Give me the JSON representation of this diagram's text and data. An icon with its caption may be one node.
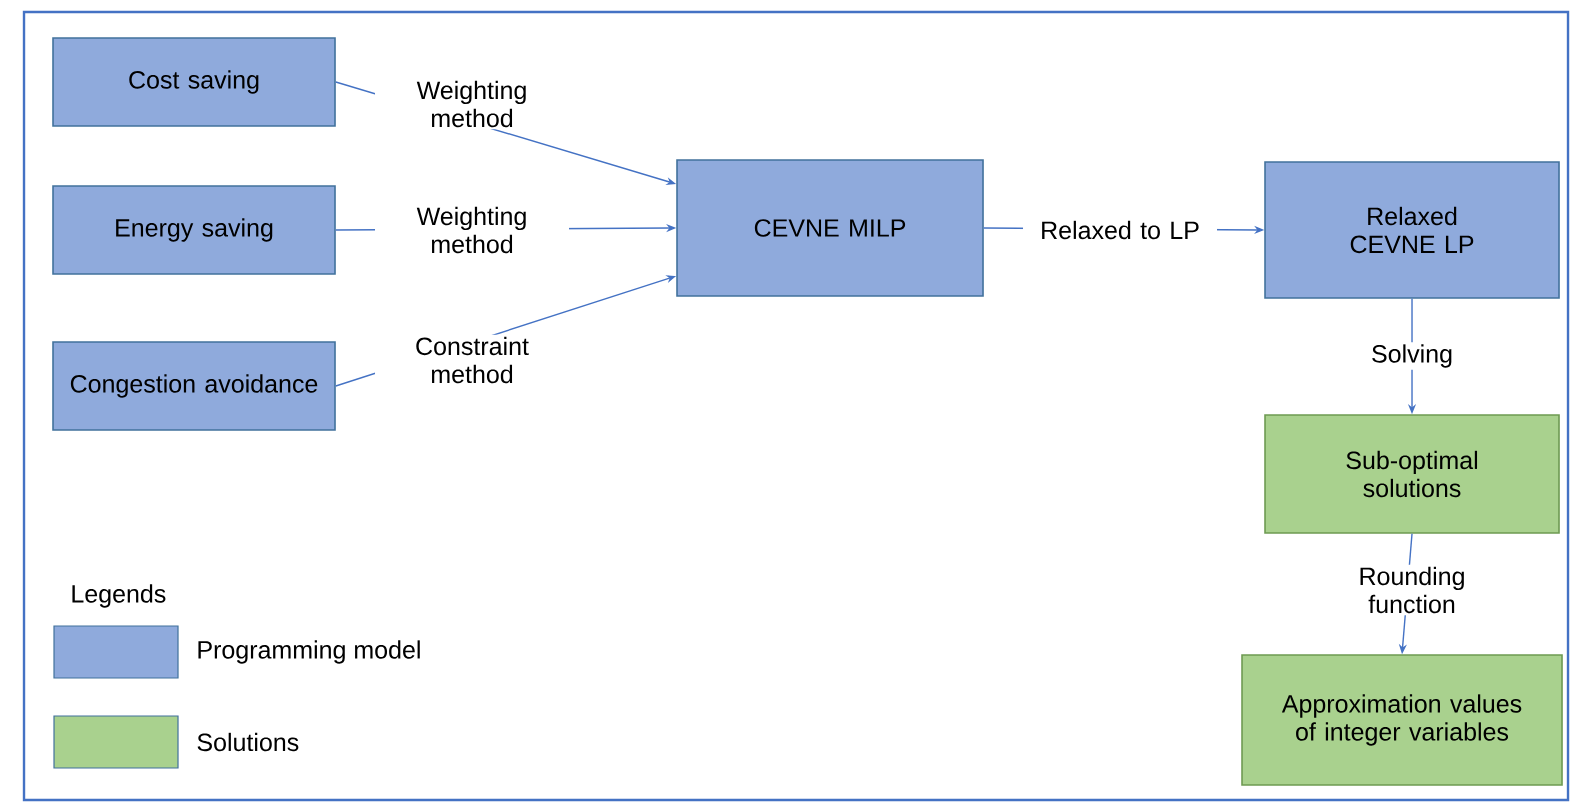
{
  "diagram": {
    "nodes": [
      {
        "text": [
          "Cost saving"
        ]
      },
      {
        "text": [
          "Energy saving"
        ]
      },
      {
        "text": [
          "Congestion avoidance"
        ]
      },
      {
        "text": [
          "CEVNE MILP"
        ]
      },
      {
        "text": [
          "Relaxed CEVNE LP"
        ]
      },
      {
        "text": [
          "Sub-optimal solutions"
        ]
      },
      {
        "text": [
          "Approximation values of integer variables"
        ]
      }
    ],
    "edges": [
      {
        "from": 0,
        "to": 3,
        "arrow": "to",
        "label": "Weighting method"
      },
      {
        "from": 1,
        "to": 3,
        "arrow": "to",
        "label": "Weighting method"
      },
      {
        "from": 2,
        "to": 3,
        "arrow": "to",
        "label": "Constraint method"
      },
      {
        "from": 3,
        "to": 4,
        "arrow": "to",
        "label": "Relaxed to LP"
      },
      {
        "from": 4,
        "to": 5,
        "arrow": "to",
        "label": "Solving"
      },
      {
        "from": 5,
        "to": 6,
        "arrow": "to",
        "label": "Rounding function"
      }
    ],
    "labels": [
      "Legends"
    ],
    "legend": [
      {
        "text": "Programming model",
        "color": "#8faadc"
      },
      {
        "text": "Solutions",
        "color": "#a9d18e"
      }
    ]
  }
}
